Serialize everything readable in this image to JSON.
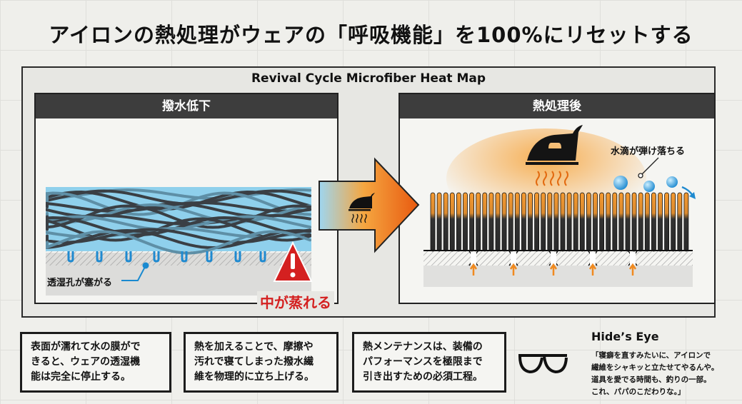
{
  "title": "アイロンの熱処理がウェアの「呼吸機能」を100%にリセットする",
  "subtitle": "Revival Cycle Microfiber Heat Map",
  "panels": {
    "before": {
      "header": "撥水低下",
      "pore_label": "透湿孔が塞がる",
      "warning": "中が蒸れる"
    },
    "after": {
      "header": "熱処理後",
      "droplet_label": "水滴が弾け落ちる"
    }
  },
  "notes": [
    {
      "lines": [
        "表面が濡れて水の膜がで",
        "きると、ウェアの透湿機",
        "能は完全に停止する。"
      ]
    },
    {
      "lines": [
        "熱を加えることで、摩擦や",
        "汚れで寝てしまった撥水繊",
        "維を物理的に立ち上げる。"
      ]
    },
    {
      "lines": [
        "熱メンテナンスは、装備の",
        "パフォーマンスを極限まで",
        "引き出すための必須工程。"
      ]
    }
  ],
  "hides_eye": {
    "title": "Hide’s Eye",
    "lines": [
      "「寝癖を直すみたいに、アイロンで",
      "繊維をシャキッと立たせてやるんや。",
      "道具を愛でる時間も、釣りの一部。",
      "これ、パパのこだわりな。」"
    ]
  },
  "colors": {
    "water": "#8fd0ec",
    "heat": "#f5901e",
    "warning": "#d42020",
    "dark": "#3d3d3d"
  }
}
